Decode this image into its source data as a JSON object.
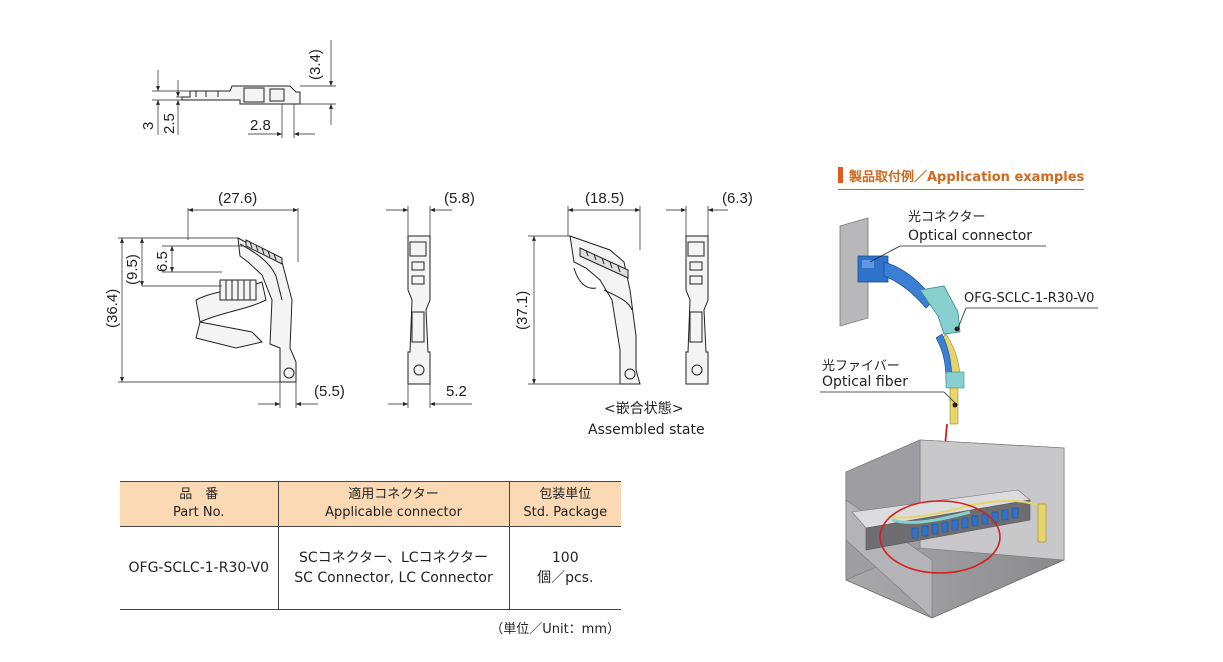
{
  "dimensions": {
    "top_view": {
      "height_3_4": "(3.4)",
      "left_3": "3",
      "left_2_5": "2.5",
      "bottom_2_8": "2.8"
    },
    "front_view": {
      "width": "(27.6)",
      "height": "(36.4)",
      "inner_9_5": "(9.5)",
      "inner_6_5": "6.5",
      "foot": "(5.5)"
    },
    "side_view": {
      "width": "(5.8)",
      "foot": "5.2"
    },
    "assembled_view": {
      "width": "(18.5)",
      "height": "(37.1)",
      "side_width": "(6.3)"
    }
  },
  "assembled_caption": {
    "ja": "<嵌合状態>",
    "en": "Assembled state"
  },
  "table": {
    "headers": [
      {
        "ja": "品　番",
        "en": "Part No."
      },
      {
        "ja": "適用コネクター",
        "en": "Applicable connector"
      },
      {
        "ja": "包装単位",
        "en": "Std. Package"
      }
    ],
    "row": {
      "part_no": "OFG-SCLC-1-R30-V0",
      "connector_ja": "SCコネクター、LCコネクター",
      "connector_en": "SC Connector, LC Connector",
      "qty": "100",
      "qty_unit": "個／pcs."
    },
    "unit_note": "（単位／Unit：mm）"
  },
  "application": {
    "heading": "製品取付例／Application examples",
    "connector_label_ja": "光コネクター",
    "connector_label_en": "Optical connector",
    "part_label": "OFG-SCLC-1-R30-V0",
    "fiber_label_ja": "光ファイバー",
    "fiber_label_en": "Optical fiber"
  },
  "colors": {
    "header_bg": "#fbd9b4",
    "accent": "#e05a1e",
    "highlight_circle": "#d42020"
  }
}
